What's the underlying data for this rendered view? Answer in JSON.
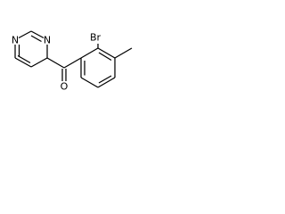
{
  "molecule": {
    "atoms": {
      "n1": "N",
      "n3": "N",
      "bromine": "Br",
      "oxygen": "O"
    }
  }
}
